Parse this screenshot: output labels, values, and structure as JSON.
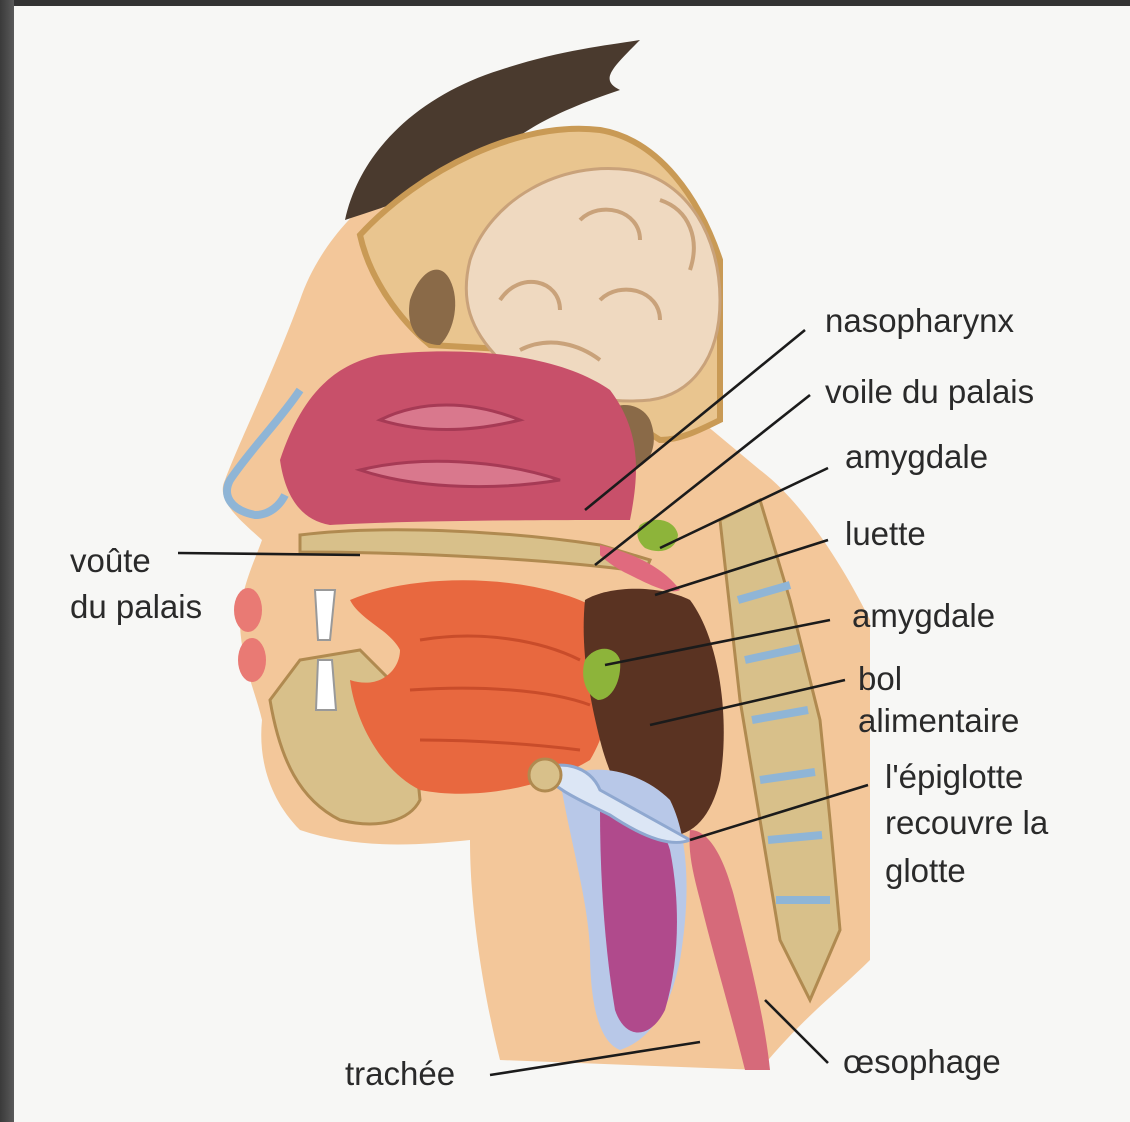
{
  "labels": {
    "nasopharynx": "nasopharynx",
    "voile_du_palais": "voile du palais",
    "amygdale_upper": "amygdale",
    "luette": "luette",
    "amygdale_lower": "amygdale",
    "bol_alimentaire_line1": "bol",
    "bol_alimentaire_line2": "alimentaire",
    "epiglotte_line1": "l'épiglotte",
    "epiglotte_line2": "recouvre la",
    "epiglotte_line3": "glotte",
    "voute_line1": "voûte",
    "voute_line2": "du palais",
    "trachee": "trachée",
    "oesophage": "œsophage"
  },
  "colors": {
    "background": "#f7f7f5",
    "skin": "#f3c79a",
    "hair": "#4a3a2e",
    "brain": "#efd9c0",
    "bone": "#d8c08a",
    "nasal_cavity": "#c8506a",
    "tongue": "#e8683f",
    "food_bolus": "#5a3322",
    "tonsil": "#8db43a",
    "trachea": "#b04a8c",
    "cartilage": "#b8c8e8",
    "esophagus": "#d66a7a"
  }
}
